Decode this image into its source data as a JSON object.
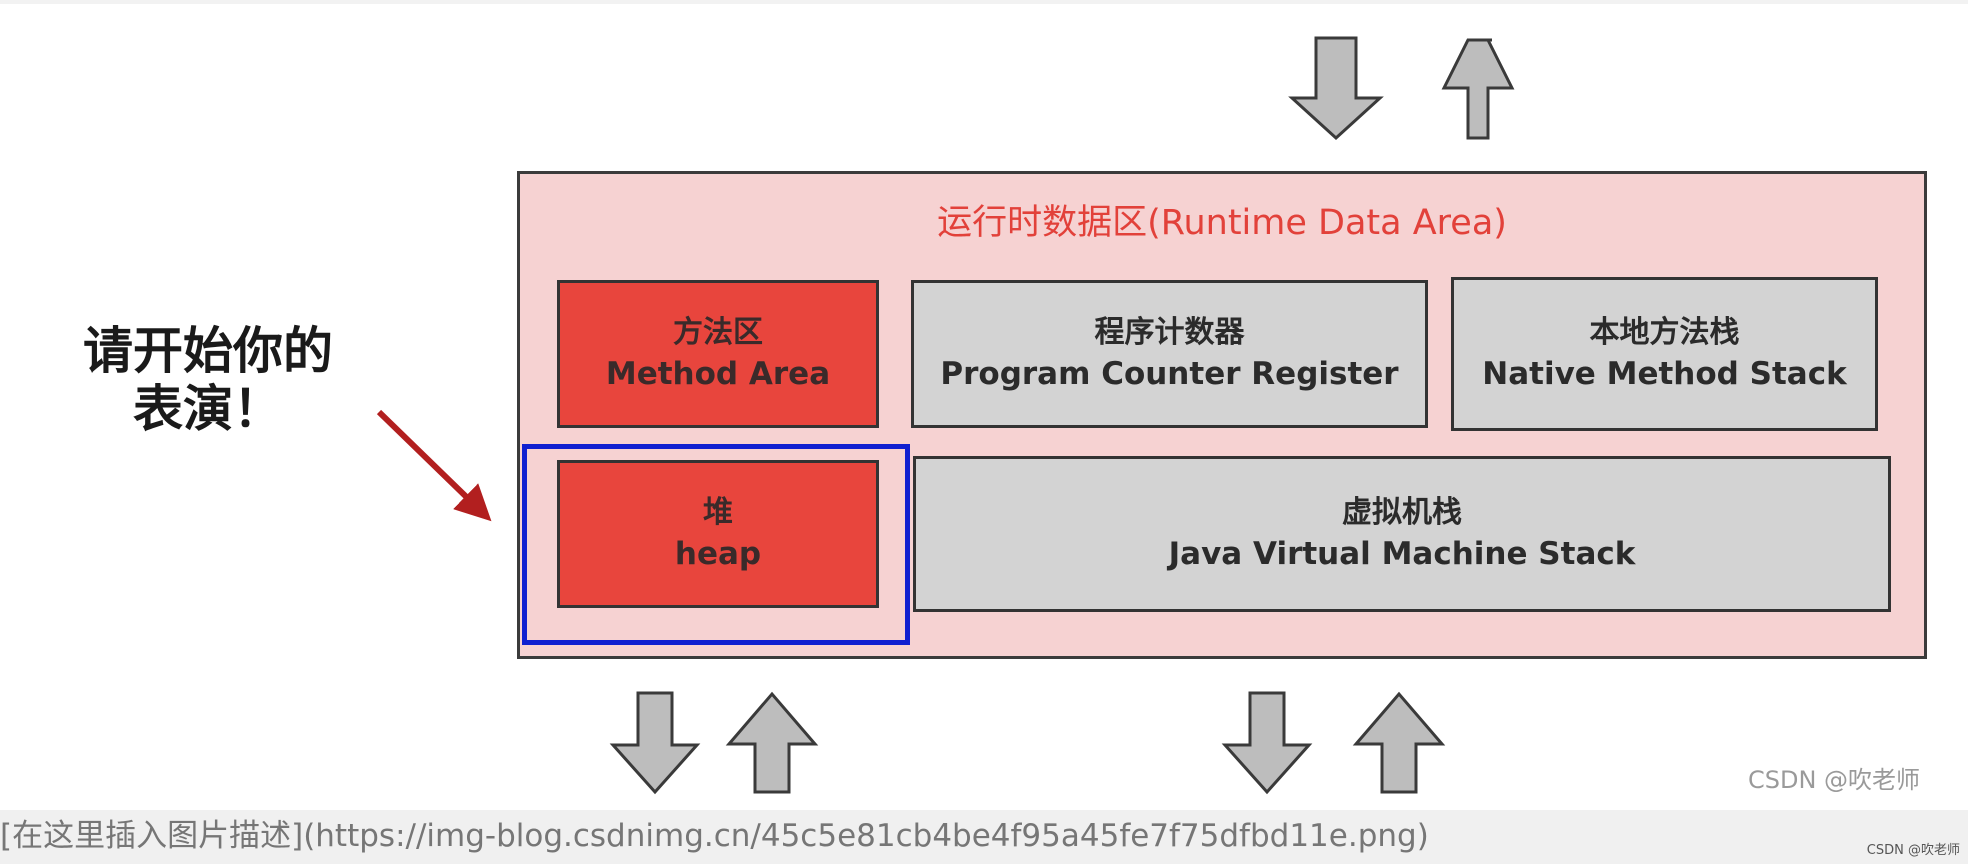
{
  "runtime_area": {
    "title": "运行时数据区(Runtime Data Area)"
  },
  "blocks": {
    "method_area": {
      "zh": "方法区",
      "en": "Method Area"
    },
    "pc_register": {
      "zh": "程序计数器",
      "en": "Program Counter Register"
    },
    "native_stack": {
      "zh": "本地方法栈",
      "en": "Native Method Stack"
    },
    "heap": {
      "zh": "堆",
      "en": "heap"
    },
    "jvm_stack": {
      "zh": "虚拟机栈",
      "en": "Java Virtual Machine Stack"
    }
  },
  "caption": {
    "line1": "请开始你的",
    "line2": "表演！"
  },
  "watermark": "CSDN @吹老师",
  "markdown_line": "[在这里插入图片描述](https://img-blog.csdnimg.cn/45c5e81cb4be4f95a45fe7f75dfbd11e.png)",
  "markdown_watermark": "CSDN @吹老师",
  "colors": {
    "area_background": "#f6d2d2",
    "title_red": "#e2413a",
    "block_red": "#e8453d",
    "block_grey": "#d3d3d3",
    "highlight_blue": "#1020d0",
    "pointer_arrow": "#b21f1f",
    "flow_arrow": "#bdbdbd"
  }
}
